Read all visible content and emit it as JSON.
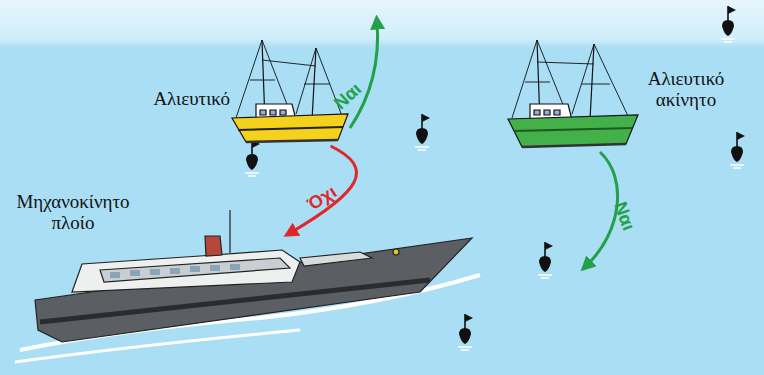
{
  "diagram": {
    "nodes": [
      {
        "text": [
          "Αλιευτικό"
        ]
      },
      {
        "text": [
          "Αλιευτικό ακίνητο"
        ]
      },
      {
        "text": [
          "Μηχανοκίνητο πλοίο"
        ]
      }
    ],
    "edges": [
      {
        "from": 0,
        "to": 2,
        "arrow": "to",
        "label": "Όχι"
      }
    ],
    "labels": [
      "Ναι",
      "Ναι"
    ]
  }
}
